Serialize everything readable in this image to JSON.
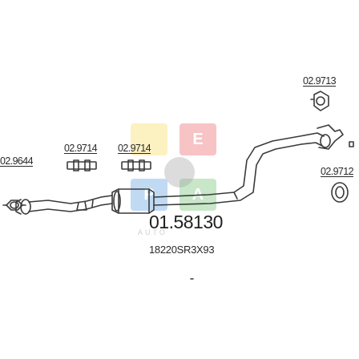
{
  "diagram": {
    "main_part": {
      "code": "01.58130",
      "oem_code": "18220SR3X93"
    },
    "accessories": [
      {
        "code": "02.9644",
        "icon": "flange-gasket-icon"
      },
      {
        "code": "02.9714",
        "icon": "clamp-icon"
      },
      {
        "code": "02.9714",
        "icon": "clamp-icon"
      },
      {
        "code": "02.9713",
        "icon": "rubber-hanger-icon"
      },
      {
        "code": "02.9712",
        "icon": "rubber-ring-icon"
      }
    ],
    "watermark": {
      "letters": [
        "E",
        "P",
        "A"
      ],
      "colors": [
        "#f2a33a",
        "#e8474f",
        "#3f8fe0",
        "#58b85a",
        "#f7d23a"
      ],
      "caption": "AUTO"
    },
    "pipe_color": "#3a3a3a"
  }
}
